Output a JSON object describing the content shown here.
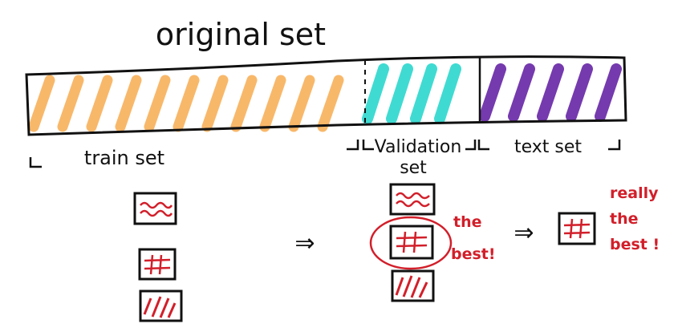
{
  "title": "original set",
  "segments": {
    "train": {
      "label": "train set",
      "color": "#f8b25e"
    },
    "validation": {
      "label_line1": "Validation",
      "label_line2": "set",
      "color": "#2fd8cf"
    },
    "test": {
      "label": "text set",
      "color": "#6a2aa8"
    }
  },
  "models": {
    "notes": {
      "the_best_line1": "the",
      "the_best_line2": "best!",
      "really_line1": "really",
      "really_line2": "the",
      "really_line3": "best !"
    },
    "arrow_symbol": "⇒"
  },
  "colors": {
    "ink": "#111111",
    "marker_red": "#d21f2a"
  }
}
